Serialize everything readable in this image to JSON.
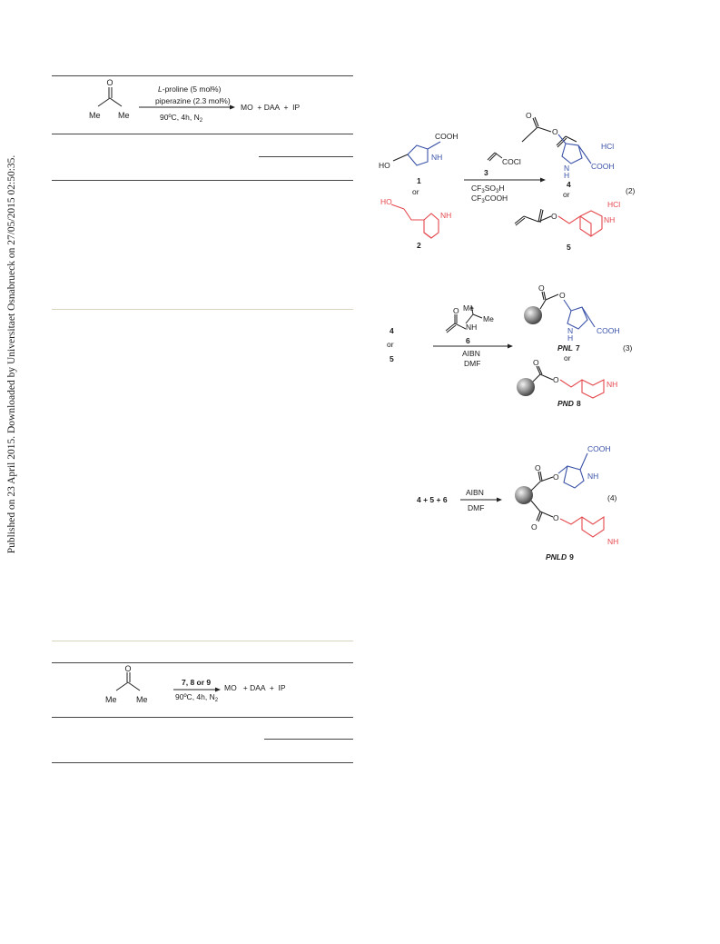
{
  "side_stamp": "Published on 23 April 2015. Downloaded by Universitaet Osnabrueck on 27/05/2015 02:50:35.",
  "scheme_top": {
    "cond_1a": "L",
    "cond_1b": "-proline (5 mol%)",
    "cond_2": "piperazine (2.3 mol%)",
    "cond_3": "90ºC, 4h, N",
    "cond_3_sub": "2",
    "me_left": "Me",
    "me_right": "Me",
    "o_label": "O",
    "products": "MO  + DAA  +  IP"
  },
  "scheme_bottom": {
    "cond_1": "7, 8 or 9",
    "cond_2": "90ºC, 4h, N",
    "cond_2_sub": "2",
    "me_left": "Me",
    "me_right": "Me",
    "o_label": "O",
    "products": "MO   + DAA  +  IP"
  },
  "eq2": {
    "cpd1_label": "1",
    "cpd2_label": "2",
    "or_left": "or",
    "cpd1_cooh": "COOH",
    "cpd1_nh": "NH",
    "cpd1_ho": "HO",
    "cpd2_ho": "HO",
    "cpd2_nh": "NH",
    "reagent": "COCl",
    "reagent_num": "3",
    "acid1": "CF",
    "acid1_sub": "3",
    "acid1_end": "SO",
    "acid1_sub2": "3",
    "acid1_h": "H",
    "acid2": "CF",
    "acid2_sub": "3",
    "acid2_end": "COOH",
    "prod4_hcl": "HCl",
    "prod4_n": "N",
    "prod4_h": "H",
    "prod4_cooh": "COOH",
    "prod4_label": "4",
    "or_right": "or",
    "prod5_hcl": "HCl",
    "prod5_nh": "NH",
    "prod5_label": "5",
    "o": "O",
    "eq_num": "(2)"
  },
  "eq3": {
    "in_4": "4",
    "in_or": "or",
    "in_5": "5",
    "me1": "Me",
    "me2": "Me",
    "nh": "NH",
    "o": "O",
    "reagent_num": "6",
    "aibn": "AIBN",
    "dmf": "DMF",
    "pnl_name": "PNL",
    "pnl_num": "7",
    "pnl_n": "N",
    "pnl_h": "H",
    "pnl_cooh": "COOH",
    "or": "or",
    "pnd_name": "PND",
    "pnd_num": "8",
    "pnd_nh": "NH",
    "eq_num": "(3)"
  },
  "eq4": {
    "reactants": "4 + 5 + 6",
    "aibn": "AIBN",
    "dmf": "DMF",
    "cooh": "COOH",
    "nh": "NH",
    "nh2": "NH",
    "o": "O",
    "name": "PNLD",
    "num": "9",
    "eq_num": "(4)"
  }
}
